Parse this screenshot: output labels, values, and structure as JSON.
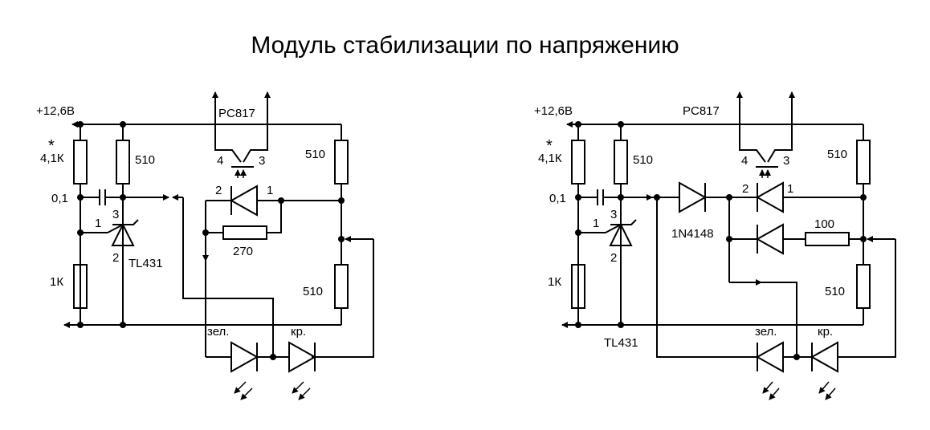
{
  "title": "Модуль стабилизации по напряжению",
  "left": {
    "supply": "+12,6В",
    "star": "*",
    "r_top": "4,1К",
    "r_top2": "510",
    "cap": "0,1",
    "r_bottom": "1К",
    "ic": "TL431",
    "ic_pins": [
      "1",
      "3",
      "2"
    ],
    "opto": "PC817",
    "opto_pins": [
      "4",
      "3",
      "2",
      "1"
    ],
    "r_right_top": "510",
    "r_right_bottom": "510",
    "r_mid": "270",
    "led_green": "зел.",
    "led_red": "кр."
  },
  "right": {
    "supply": "+12,6В",
    "star": "*",
    "r_top": "4,1К",
    "r_top2": "510",
    "cap": "0,1",
    "r_bottom": "1К",
    "ic": "TL431",
    "ic_pins": [
      "1",
      "3",
      "2"
    ],
    "opto": "PC817",
    "opto_pins": [
      "4",
      "3",
      "2",
      "1"
    ],
    "r_right_top": "510",
    "r_right_bottom": "510",
    "diode": "1N4148",
    "r_mid": "100",
    "led_green": "зел.",
    "led_red": "кр."
  }
}
